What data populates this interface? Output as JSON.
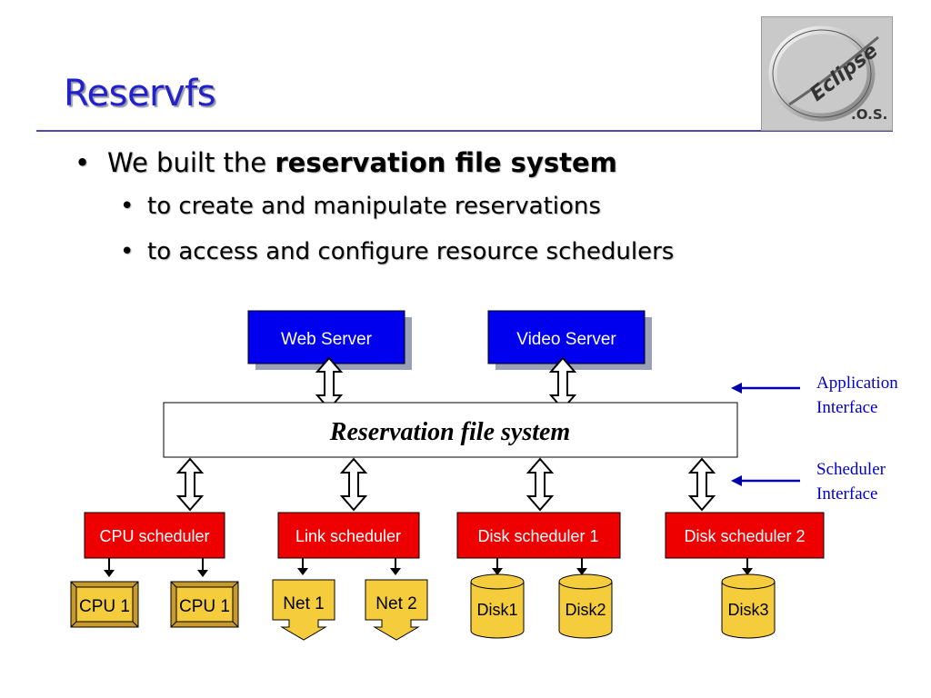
{
  "slide": {
    "title": "Reservfs",
    "bullets": {
      "b1_prefix": "We built the ",
      "b1_bold": "reservation file system",
      "b2": "to create and manipulate reservations",
      "b3": "to access and configure resource schedulers",
      "bullet_glyph": "•"
    },
    "logo": {
      "text_main": "Eclipse",
      "text_sub": ".O.S."
    }
  },
  "diagram": {
    "servers": [
      {
        "id": "web",
        "label": "Web Server"
      },
      {
        "id": "video",
        "label": "Video Server"
      }
    ],
    "fs": {
      "label": "Reservation file system"
    },
    "interfaces": [
      {
        "id": "app",
        "line1": "Application",
        "line2": "Interface"
      },
      {
        "id": "sched",
        "line1": "Scheduler",
        "line2": "Interface"
      }
    ],
    "schedulers": [
      {
        "id": "cpu",
        "label": "CPU scheduler"
      },
      {
        "id": "link",
        "label": "Link scheduler"
      },
      {
        "id": "disk1",
        "label": "Disk scheduler 1"
      },
      {
        "id": "disk2",
        "label": "Disk scheduler 2"
      }
    ],
    "resources": [
      {
        "id": "cpu-a",
        "kind": "chip",
        "label": "CPU 1"
      },
      {
        "id": "cpu-b",
        "kind": "chip",
        "label": "CPU 1"
      },
      {
        "id": "net-1",
        "kind": "net",
        "label": "Net 1"
      },
      {
        "id": "net-2",
        "kind": "net",
        "label": "Net 2"
      },
      {
        "id": "disk-1",
        "kind": "disk",
        "label": "Disk1"
      },
      {
        "id": "disk-2",
        "kind": "disk",
        "label": "Disk2"
      },
      {
        "id": "disk-3",
        "kind": "disk",
        "label": "Disk3"
      }
    ],
    "colors": {
      "server_fill": "#0000ee",
      "scheduler_fill": "#ee0000",
      "resource_fill": "#f5cc3c",
      "interface_text": "#0000cc",
      "title": "#2222cc"
    }
  }
}
